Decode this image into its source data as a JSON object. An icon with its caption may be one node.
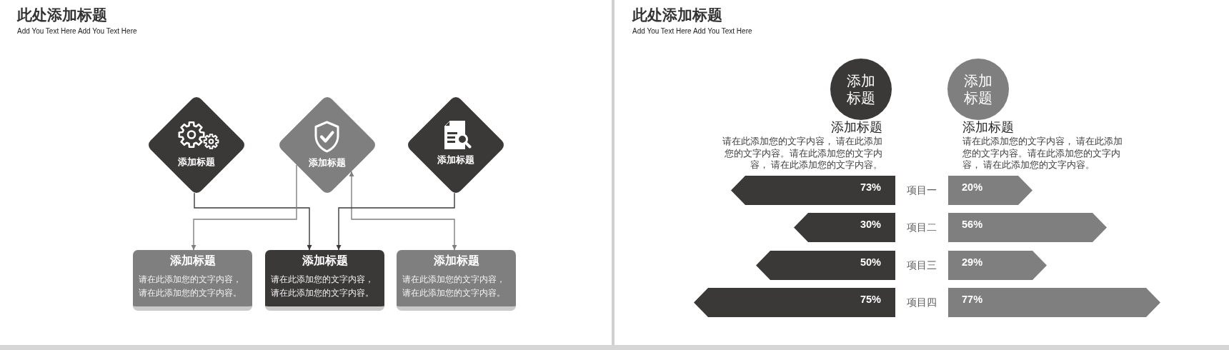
{
  "diagram": {
    "nodes": [
      {
        "text": [
          "添加标题"
        ]
      },
      {
        "text": [
          "添加标题"
        ]
      },
      {
        "text": [
          "添加标题"
        ]
      },
      {
        "text": [
          "添加标题",
          "请在此添加您的文字内容，请在此添加您的文字内容。"
        ]
      },
      {
        "text": [
          "添加标题",
          "请在此添加您的文字内容，请在此添加您的文字内容。"
        ]
      },
      {
        "text": [
          "添加标题",
          "请在此添加您的文字内容，请在此添加您的文字内容。"
        ]
      },
      {
        "text": [
          "添加标题"
        ],
        "beside": [
          "添加标题",
          "请在此添加您的文字内容， 请在此添加您的文字内容。请在此添加您的文字内容， 请在此添加您的文字内容。"
        ]
      },
      {
        "text": [
          "添加标题"
        ],
        "beside": [
          "添加标题",
          "请在此添加您的文字内容， 请在此添加您的文字内容。请在此添加您的文字内容， 请在此添加您的文字内容。"
        ]
      },
      {
        "text": [
          "73%"
        ]
      },
      {
        "text": [
          "20%"
        ]
      },
      {
        "text": [
          "30%"
        ]
      },
      {
        "text": [
          "56%"
        ]
      },
      {
        "text": [
          "50%"
        ]
      },
      {
        "text": [
          "29%"
        ]
      },
      {
        "text": [
          "75%"
        ]
      },
      {
        "text": [
          "77%"
        ]
      }
    ],
    "edges": [
      {
        "from": 0,
        "to": 4,
        "arrow": "to"
      },
      {
        "from": 1,
        "to": 3,
        "arrow": "to",
        "color": "#7f7f7f"
      },
      {
        "from": 1,
        "to": 5,
        "arrow": "both",
        "color": "#7f7f7f"
      },
      {
        "from": 2,
        "to": 4,
        "arrow": "to"
      }
    ],
    "labels": [
      "此处添加标题",
      "Add You Text Here Add You Text Here",
      "此处添加标题",
      "Add You Text Here Add You Text Here",
      "项目一",
      "项目二",
      "项目三",
      "项目四"
    ]
  }
}
